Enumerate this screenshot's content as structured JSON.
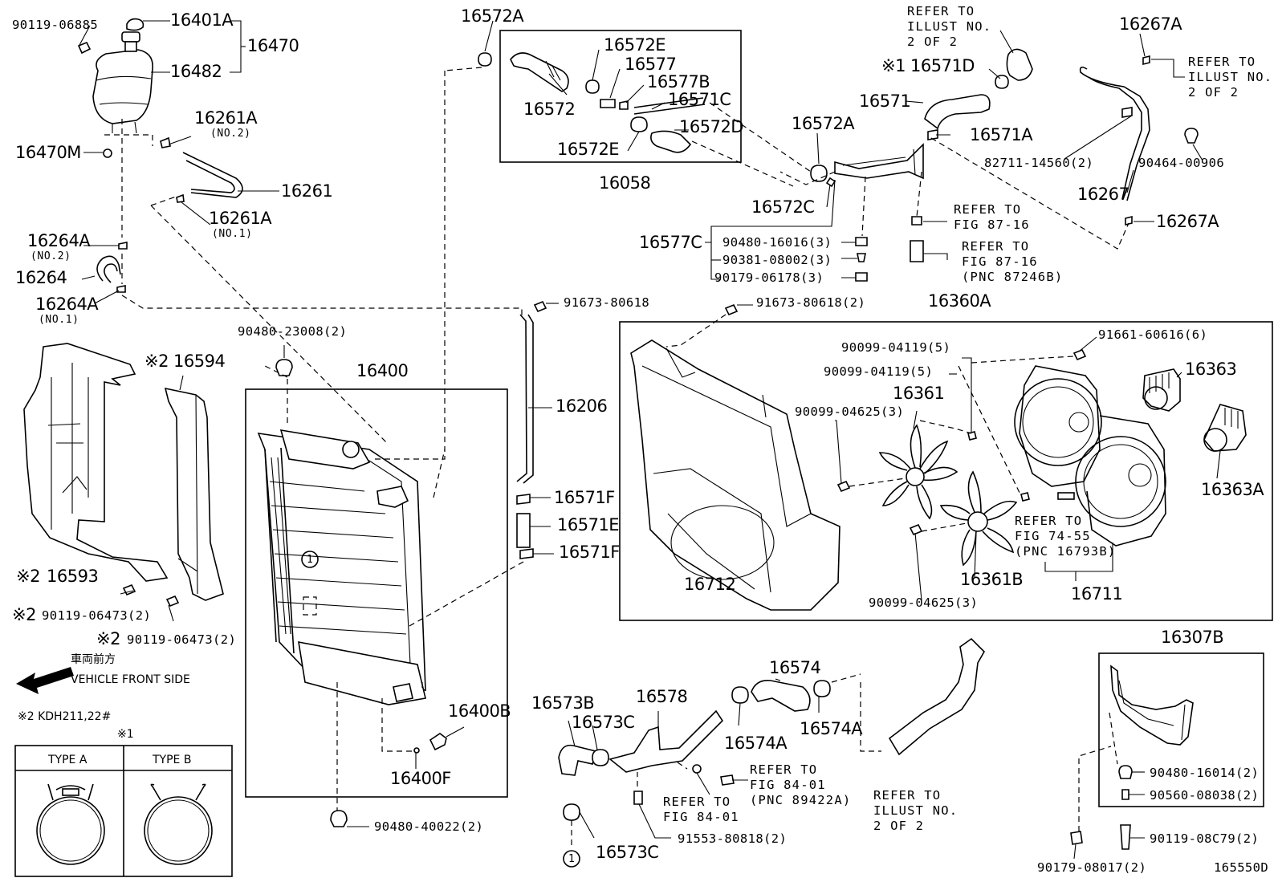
{
  "parts": {
    "p90119_06885": "90119-06885",
    "p16401A": "16401A",
    "p16470": "16470",
    "p16482": "16482",
    "p16261A_2": "16261A",
    "no2a": "(NO.2)",
    "p16470M": "16470M",
    "p16261": "16261",
    "p16261A_1": "16261A",
    "no1a": "(NO.1)",
    "p16264A_2": "16264A",
    "no2b": "(NO.2)",
    "p16264": "16264",
    "p16264A_1": "16264A",
    "no1b": "(NO.1)",
    "p16572A_top": "16572A",
    "p16572E_top": "16572E",
    "p16577": "16577",
    "p16577B": "16577B",
    "p16571C": "16571C",
    "p16572": "16572",
    "p16572D": "16572D",
    "p16572E_bot": "16572E",
    "p16058": "16058",
    "ref_illust_top": "REFER TO\nILLUST NO.\n2 OF 2",
    "p16571D": "16571D",
    "p16571": "16571",
    "p16572A_mid": "16572A",
    "p16571A": "16571A",
    "p16572C": "16572C",
    "p16577C": "16577C",
    "p90480_16016": "90480-16016(3)",
    "p90381_08002": "90381-08002(3)",
    "p90179_06178": "90179-06178(3)",
    "ref_fig87_16a": "REFER TO\nFIG 87-16",
    "ref_fig87_16b": "REFER TO\nFIG 87-16\n(PNC 87246B)",
    "p16267A_top": "16267A",
    "ref_illust_right": "REFER TO\nILLUST NO.\n2 OF 2",
    "p82711": "82711-14560(2)",
    "p90464": "90464-00906",
    "p16267": "16267",
    "p16267A_bot": "16267A",
    "p91673_80618": "91673-80618",
    "p91673_80618_2": "91673-80618(2)",
    "p16360A": "16360A",
    "p90099_04119_a": "90099-04119(5)",
    "p91661": "91661-60616(6)",
    "p90099_04119_b": "90099-04119(5)",
    "p16363": "16363",
    "p16361": "16361",
    "p90099_04625_a": "90099-04625(3)",
    "p16363A": "16363A",
    "ref_fig74_55": "REFER TO\nFIG 74-55\n(PNC 16793B)",
    "p16712": "16712",
    "p16361B": "16361B",
    "p16711": "16711",
    "p90099_04625_b": "90099-04625(3)",
    "p90480_23008": "90480-23008(2)",
    "p16400": "16400",
    "p16206": "16206",
    "p16594": "16594",
    "p16571F_a": "16571F",
    "p16571E": "16571E",
    "p16571F_b": "16571F",
    "p16593": "16593",
    "p90119_06473_a": "90119-06473(2)",
    "p90119_06473_b": "90119-06473(2)",
    "p16400B": "16400B",
    "p16400F": "16400F",
    "p90480_40022": "90480-40022(2)",
    "p16573B": "16573B",
    "p16578": "16578",
    "p16573C_a": "16573C",
    "p16574": "16574",
    "p16574A_a": "16574A",
    "p16574A_b": "16574A",
    "ref_fig84_01a": "REFER TO\nFIG 84-01\n(PNC 89422A)",
    "ref_fig84_01b": "REFER TO\nFIG 84-01",
    "p91553": "91553-80818(2)",
    "p16573C_b": "16573C",
    "ref_illust_bottom": "REFER TO\nILLUST NO.\n2 OF 2",
    "p16307B": "16307B",
    "p90480_16014": "90480-16014(2)",
    "p90560": "90560-08038(2)",
    "p90119_08C79": "90119-08C79(2)",
    "p90179_08017": "90179-08017(2)",
    "diagram_id": "165550D"
  },
  "marks": {
    "note1": "※1",
    "note2": "※2",
    "circled1": "1"
  },
  "legend": {
    "vehicle_jp": "車両前方",
    "vehicle_en": "VEHICLE FRONT SIDE",
    "model_note": "※2  KDH211,22#",
    "clamp_note": "※1",
    "type_a": "TYPE A",
    "type_b": "TYPE B"
  }
}
